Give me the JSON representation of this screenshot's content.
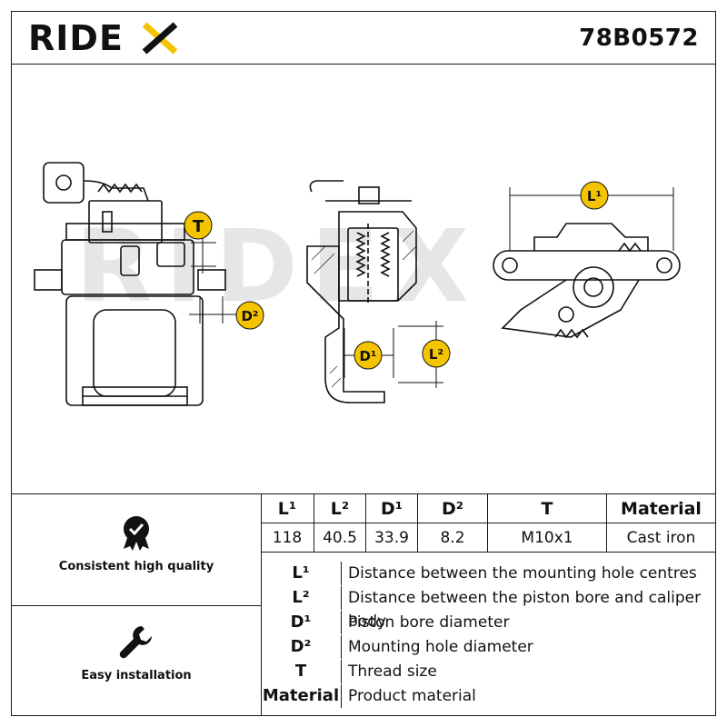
{
  "header": {
    "brand": "RIDEX",
    "part_number": "78B0572"
  },
  "drawing": {
    "callouts": {
      "T": "T",
      "D2": "D²",
      "D1": "D¹",
      "L2": "L²",
      "L1": "L¹"
    },
    "watermark": "RIDEX"
  },
  "features": [
    {
      "label": "Consistent high quality",
      "icon": "quality-badge-icon"
    },
    {
      "label": "Easy installation",
      "icon": "wrench-icon"
    }
  ],
  "specs": {
    "headers": [
      "L¹",
      "L²",
      "D¹",
      "D²",
      "T",
      "Material"
    ],
    "values": [
      "118",
      "40.5",
      "33.9",
      "8.2",
      "M10x1",
      "Cast iron"
    ]
  },
  "legend": [
    {
      "key": "L¹",
      "desc": "Distance between the mounting hole centres"
    },
    {
      "key": "L²",
      "desc": "Distance between the piston bore and caliper body"
    },
    {
      "key": "D¹",
      "desc": "Piston bore diameter"
    },
    {
      "key": "D²",
      "desc": "Mounting hole diameter"
    },
    {
      "key": "T",
      "desc": "Thread size"
    },
    {
      "key": "Material",
      "desc": "Product material"
    }
  ],
  "colors": {
    "accent": "#f5c400",
    "line": "#1a1a1a"
  }
}
